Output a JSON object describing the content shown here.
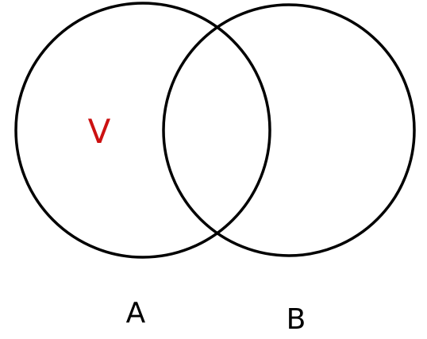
{
  "sets": [
    {
      "id": "A",
      "label": "A"
    },
    {
      "id": "B",
      "label": "B"
    }
  ],
  "region_mark": {
    "text": "V",
    "region": "A only"
  },
  "colors": {
    "outline": "#000000",
    "label": "#000000",
    "mark": "#cc1111",
    "background": "#ffffff"
  }
}
